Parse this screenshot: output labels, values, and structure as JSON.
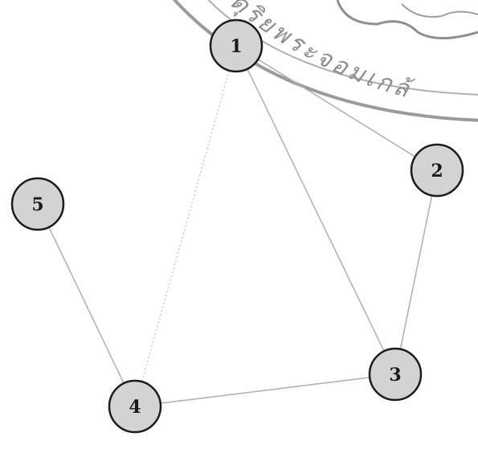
{
  "watermark": {
    "text": "ดุริยพระจอมเกล้",
    "color": "#8f8f8f"
  },
  "graph": {
    "node_fill": "#d3d3d3",
    "node_stroke": "#1c1c1c",
    "edge_color": "#b3b3b3",
    "nodes": [
      {
        "id": "1",
        "label": "1"
      },
      {
        "id": "2",
        "label": "2"
      },
      {
        "id": "3",
        "label": "3"
      },
      {
        "id": "4",
        "label": "4"
      },
      {
        "id": "5",
        "label": "5"
      }
    ],
    "edges": [
      {
        "from": "1",
        "to": "2",
        "style": "solid"
      },
      {
        "from": "1",
        "to": "3",
        "style": "solid"
      },
      {
        "from": "1",
        "to": "4",
        "style": "dashed"
      },
      {
        "from": "2",
        "to": "3",
        "style": "solid"
      },
      {
        "from": "3",
        "to": "4",
        "style": "solid"
      },
      {
        "from": "4",
        "to": "5",
        "style": "solid"
      }
    ]
  }
}
